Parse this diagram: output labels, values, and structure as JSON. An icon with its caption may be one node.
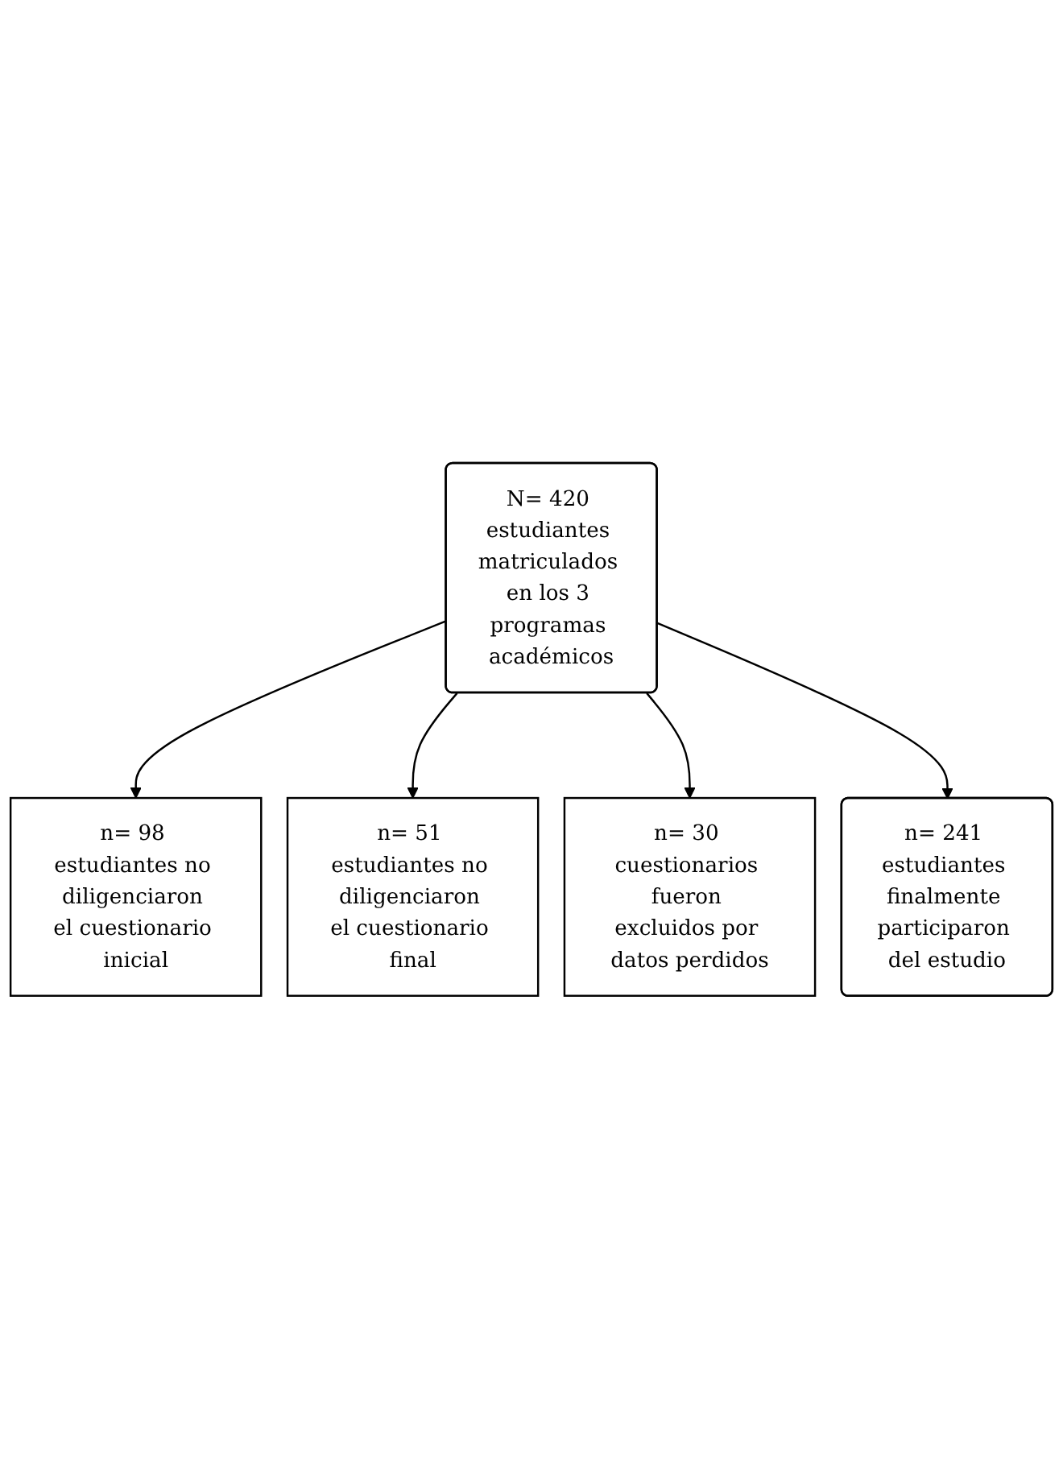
{
  "diagram": {
    "nodes": [
      {
        "text": [
          "N= 420 estudiantes matriculados en los 3 programas académicos"
        ]
      },
      {
        "text": [
          "n= 98 estudiantes no diligenciaron el cuestionario inicial"
        ]
      },
      {
        "text": [
          "n= 51 estudiantes no diligenciaron el cuestionario final"
        ]
      },
      {
        "text": [
          "n= 30 cuestionarios fueron excluidos por datos perdidos"
        ]
      },
      {
        "text": [
          "n= 241 estudiantes finalmente participaron del estudio"
        ]
      }
    ],
    "edges": [
      {
        "from": 0,
        "to": 1,
        "arrow": "to"
      },
      {
        "from": 0,
        "to": 2,
        "arrow": "to"
      },
      {
        "from": 0,
        "to": 3,
        "arrow": "to"
      },
      {
        "from": 0,
        "to": 4,
        "arrow": "to"
      }
    ]
  }
}
